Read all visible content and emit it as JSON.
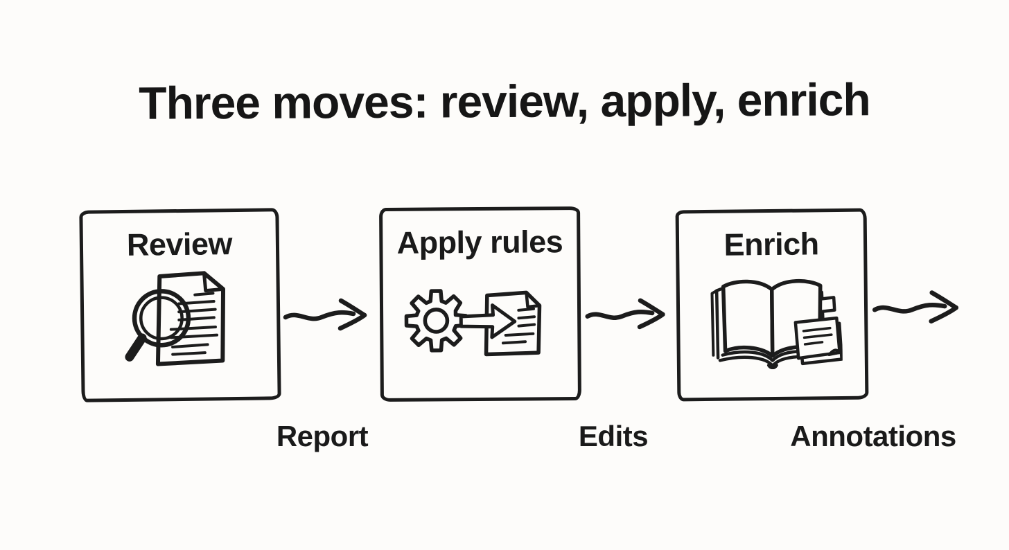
{
  "title": "Three moves: review, apply, enrich",
  "colors": {
    "ink": "#1c1c1c",
    "background": "#fdfcfa"
  },
  "boxes": [
    {
      "label": "Review",
      "icon": "magnifier-document-icon"
    },
    {
      "label": "Apply rules",
      "icon": "gear-arrow-document-icon"
    },
    {
      "label": "Enrich",
      "icon": "open-book-sticky-note-icon"
    }
  ],
  "arrows": [
    {
      "label": "Report"
    },
    {
      "label": "Edits"
    },
    {
      "label": "Annotations"
    }
  ]
}
